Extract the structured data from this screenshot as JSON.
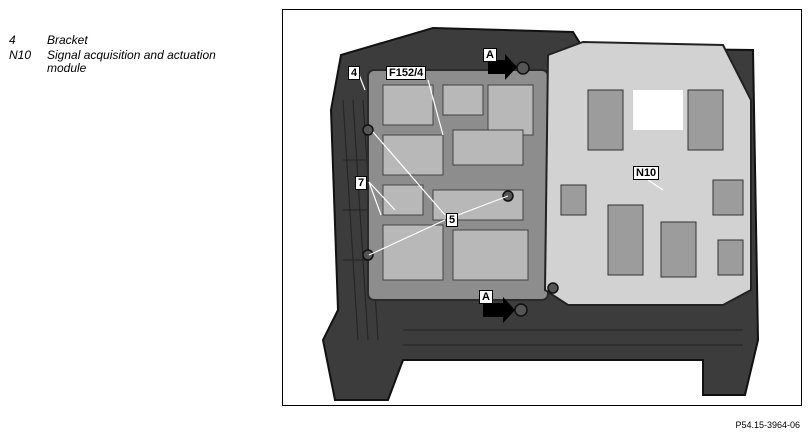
{
  "legend": {
    "items": [
      {
        "code": "4",
        "description": "Bracket"
      },
      {
        "code": "N10",
        "description": "Signal acquisition and actuation module"
      }
    ]
  },
  "figure": {
    "callouts": {
      "a_top": "A",
      "f152_4": "F152/4",
      "c4": "4",
      "n10": "N10",
      "c7": "7",
      "c5": "5",
      "a_bottom": "A"
    },
    "reference": "P54.15-3964-06"
  }
}
